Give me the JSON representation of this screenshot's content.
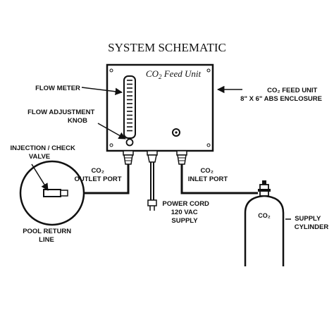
{
  "title": "SYSTEM SCHEMATIC",
  "feed_unit": {
    "label_prefix": "CO",
    "label_sub": "2",
    "label_suffix": " Feed Unit",
    "enclosure_line1": "CO₂ FEED UNIT",
    "enclosure_line2": "8\" X 6\" ABS ENCLOSURE"
  },
  "labels": {
    "flow_meter": "FLOW METER",
    "flow_adjust_line1": "FLOW ADJUSTMENT",
    "flow_adjust_line2": "KNOB",
    "injection_line1": "INJECTION / CHECK",
    "injection_line2": "VALVE",
    "outlet_line1": "CO₂",
    "outlet_line2": "OUTLET PORT",
    "inlet_line1": "CO₂",
    "inlet_line2": "INLET PORT",
    "power_line1": "POWER CORD",
    "power_line2": "120 VAC",
    "power_line3": "SUPPLY",
    "pool_line1": "POOL RETURN",
    "pool_line2": "LINE",
    "cylinder_text": "CO₂",
    "supply_line1": "SUPPLY",
    "supply_line2": "CYLINDER"
  },
  "colors": {
    "ink": "#111111",
    "paper": "#ffffff"
  }
}
